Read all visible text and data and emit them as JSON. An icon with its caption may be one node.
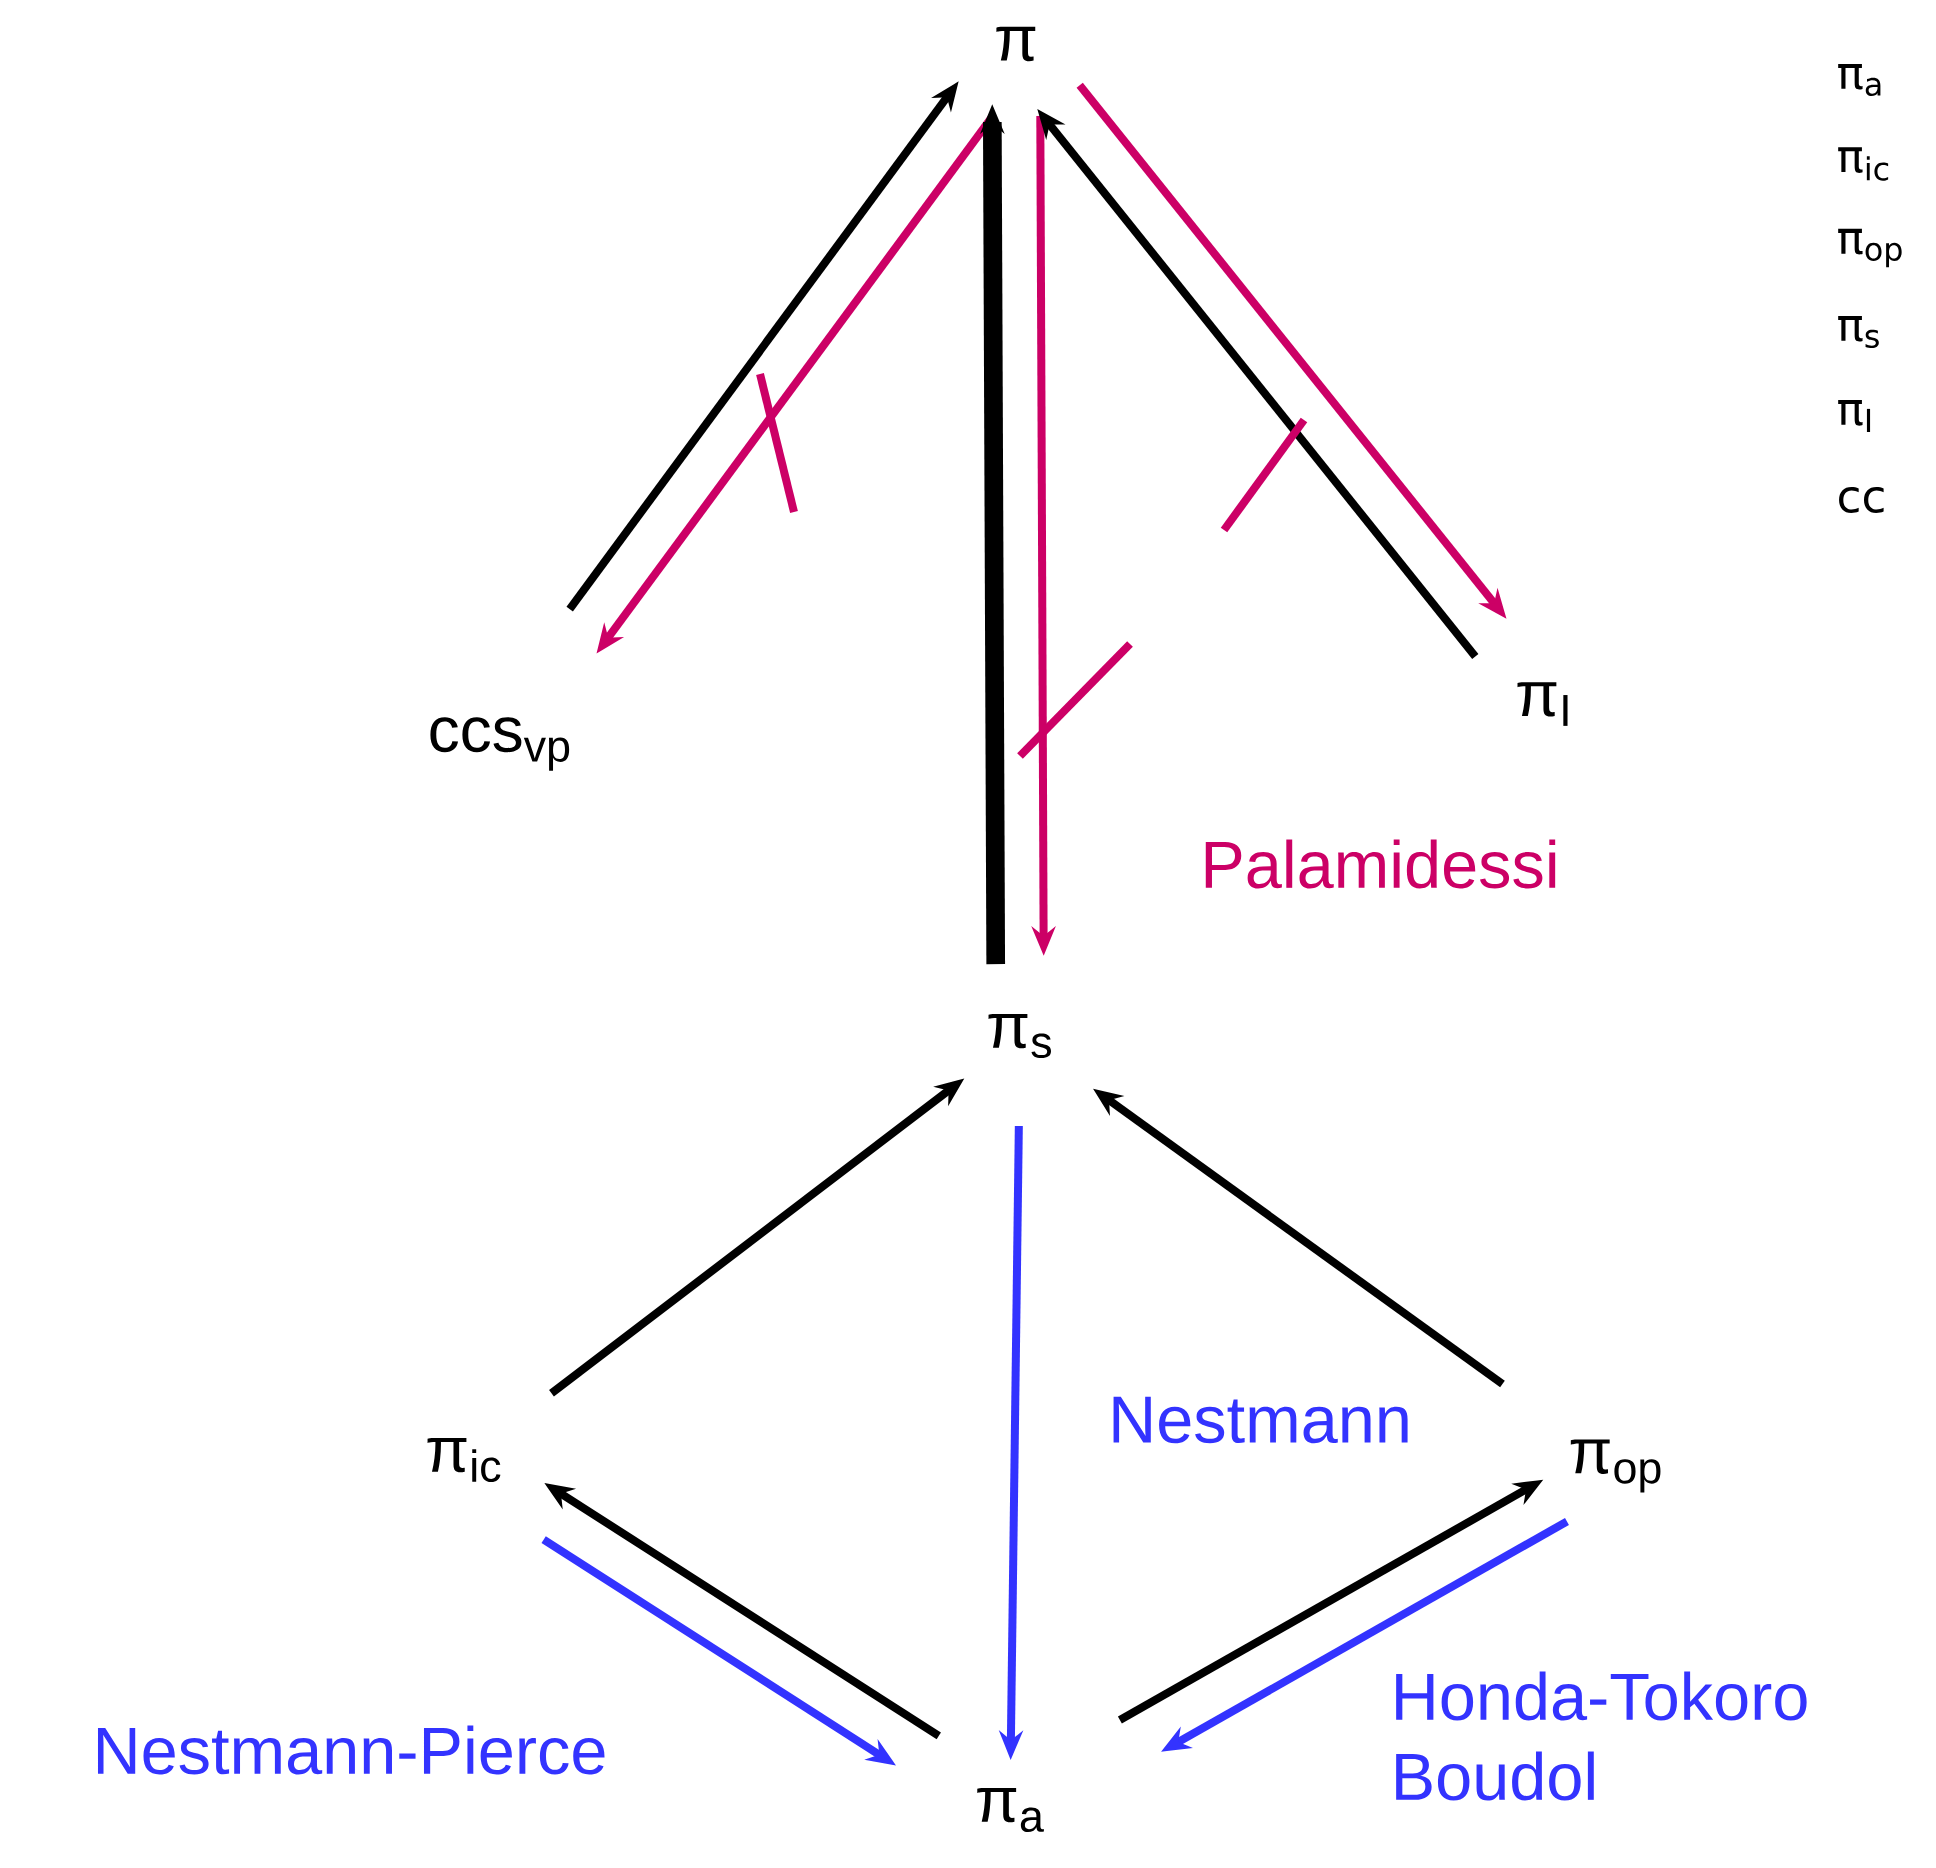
{
  "diagram": {
    "nodes": [
      {
        "text": [
          "π"
        ]
      },
      {
        "text": [
          "ccs$_{vp}$"
        ]
      },
      {
        "text": [
          "π$_{I}$"
        ]
      },
      {
        "text": [
          "π$_{s}$"
        ]
      },
      {
        "text": [
          "π$_{ic}$"
        ]
      },
      {
        "text": [
          "π$_{op}$"
        ]
      },
      {
        "text": [
          "π$_{a}$"
        ]
      }
    ],
    "edges": [
      {
        "from": 1,
        "to": 0,
        "arrow": "to"
      },
      {
        "from": 0,
        "to": 1,
        "arrow": "to",
        "color": "#cc0066"
      },
      {
        "from": 3,
        "to": 0,
        "arrow": "to",
        "style": "thick"
      },
      {
        "from": 0,
        "to": 3,
        "arrow": "to",
        "color": "#cc0066",
        "label": "Palamidessi"
      },
      {
        "from": 2,
        "to": 0,
        "arrow": "to"
      },
      {
        "from": 0,
        "to": 2,
        "arrow": "to",
        "color": "#cc0066"
      },
      {
        "from": 4,
        "to": 3,
        "arrow": "to"
      },
      {
        "from": 5,
        "to": 3,
        "arrow": "to"
      },
      {
        "from": 3,
        "to": 6,
        "arrow": "to",
        "color": "#3333ff",
        "label": "Nestmann"
      },
      {
        "from": 6,
        "to": 4,
        "arrow": "to"
      },
      {
        "from": 4,
        "to": 6,
        "arrow": "to",
        "color": "#3333ff",
        "label": "Nestmann-Pierce"
      },
      {
        "from": 6,
        "to": 5,
        "arrow": "to"
      },
      {
        "from": 5,
        "to": 6,
        "arrow": "to",
        "color": "#3333ff",
        "label": "Honda-Tokoro Boudol"
      }
    ],
    "labels": [
      "π$_{a}$",
      "π$_{ic}$",
      "π$_{op}$",
      "π$_{s}$",
      "π$_{I}$",
      "cc"
    ]
  }
}
